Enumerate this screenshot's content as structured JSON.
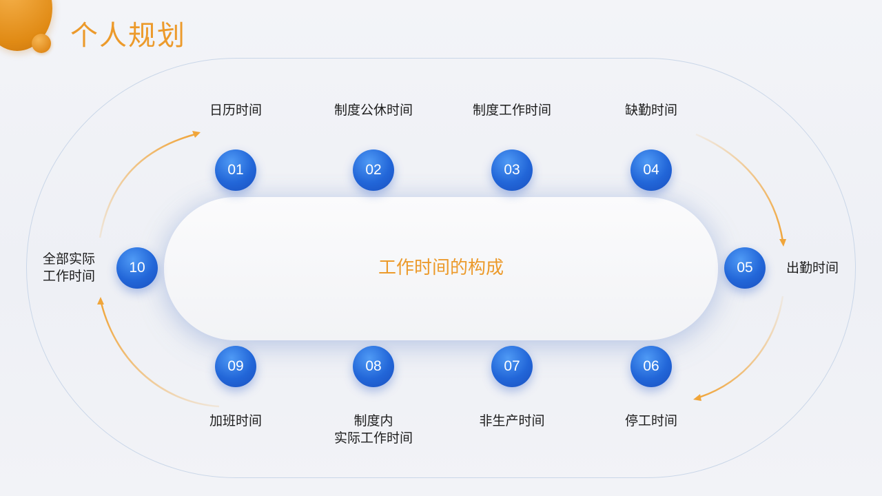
{
  "title": "个人规划",
  "center": "工作时间的构成",
  "items": [
    {
      "num": "01",
      "label": "日历时间"
    },
    {
      "num": "02",
      "label": "制度公休时间"
    },
    {
      "num": "03",
      "label": "制度工作时间"
    },
    {
      "num": "04",
      "label": "缺勤时间"
    },
    {
      "num": "05",
      "label": "出勤时间"
    },
    {
      "num": "06",
      "label": "停工时间"
    },
    {
      "num": "07",
      "label": "非生产时间"
    },
    {
      "num": "08",
      "label": "制度内\n实际工作时间"
    },
    {
      "num": "09",
      "label": "加班时间"
    },
    {
      "num": "10",
      "label": "全部实际\n工作时间"
    }
  ],
  "colors": {
    "accent": "#ec9a2b",
    "circle": "#2266d8",
    "arrow": "#f0a53a"
  }
}
